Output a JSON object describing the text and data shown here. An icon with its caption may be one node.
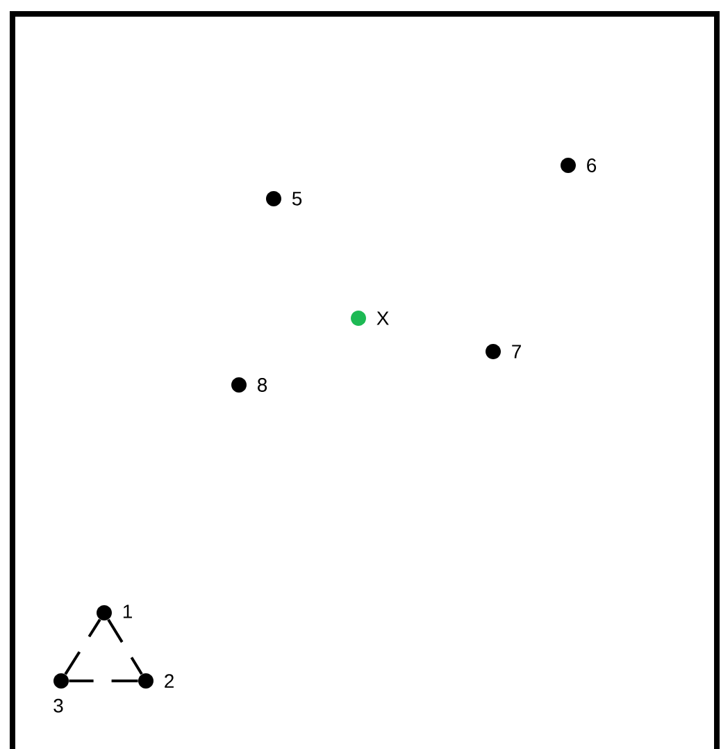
{
  "diagram": {
    "nodes": [
      {
        "text": [],
        "shape": "circle",
        "beside": [
          "1"
        ]
      },
      {
        "text": [],
        "shape": "circle",
        "beside": [
          "2"
        ]
      },
      {
        "text": [],
        "shape": "circle",
        "beside": [
          "3"
        ]
      },
      {
        "text": [],
        "shape": "circle",
        "beside": [
          "5"
        ]
      },
      {
        "text": [],
        "shape": "circle",
        "beside": [
          "6"
        ]
      },
      {
        "text": [],
        "shape": "circle",
        "beside": [
          "7"
        ]
      },
      {
        "text": [],
        "shape": "circle",
        "beside": [
          "8"
        ]
      },
      {
        "text": [],
        "shape": "circle",
        "beside": [
          "X"
        ]
      }
    ],
    "edges": [
      {
        "from": 0,
        "to": 1,
        "arrow": "none",
        "style": "dashed"
      },
      {
        "from": 1,
        "to": 2,
        "arrow": "none",
        "style": "dashed"
      },
      {
        "from": 2,
        "to": 0,
        "arrow": "none",
        "style": "dashed"
      }
    ]
  }
}
